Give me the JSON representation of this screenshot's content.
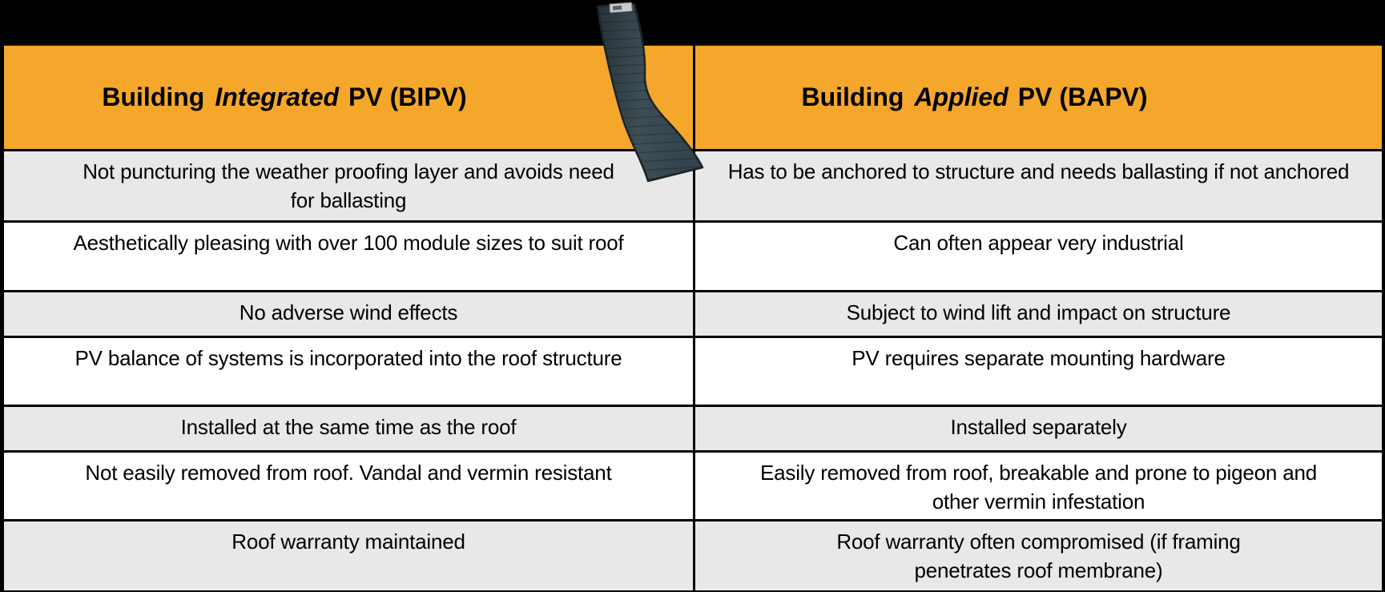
{
  "slide": {
    "background_color": "#000000",
    "accent_orange": "#F5A72C",
    "row_gray": "#E8E8E8",
    "row_white": "#FFFFFF",
    "border_color": "#000000"
  },
  "table": {
    "header": {
      "left": {
        "pre": "Building",
        "italic": "Integrated",
        "post": "PV (BIPV)"
      },
      "right": {
        "pre": "Building",
        "italic": "Applied",
        "post": "PV (BAPV)"
      }
    },
    "rows": [
      {
        "left": "Not puncturing the weather proofing layer and avoids need\nfor ballasting",
        "right": "Has to be anchored to structure and needs ballasting if not anchored"
      },
      {
        "left": "Aesthetically pleasing with over 100 module sizes to suit roof",
        "right": "Can often appear very industrial"
      },
      {
        "left": "No adverse wind effects",
        "right": "Subject to wind lift and impact on structure"
      },
      {
        "left": "PV balance of systems is incorporated into the roof structure",
        "right": "PV requires separate mounting hardware"
      },
      {
        "left": "Installed at the same time as the roof",
        "right": "Installed separately"
      },
      {
        "left": "Not easily removed from roof. Vandal and vermin resistant",
        "right": "Easily removed from roof, breakable and prone to pigeon and\nother vermin infestation"
      },
      {
        "left": "Roof warranty maintained",
        "right": "Roof warranty often compromised (if framing\npenetrates roof membrane)"
      }
    ]
  },
  "image": {
    "label": "flexible-solar-panel",
    "panel_color": "#3C4C54"
  }
}
